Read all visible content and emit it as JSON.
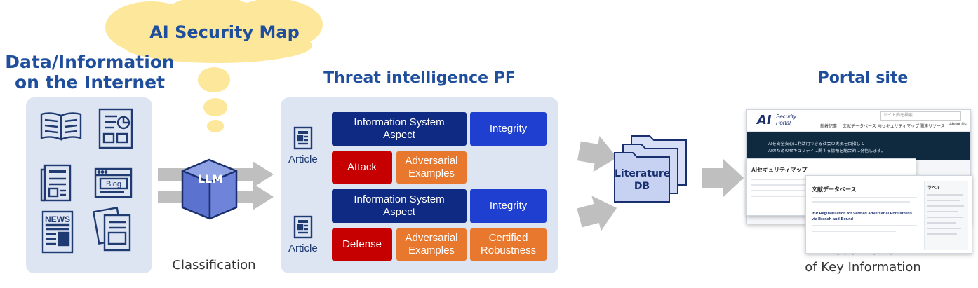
{
  "thought_bubble": {
    "text": "AI Security Map"
  },
  "left": {
    "title_line1": "Data/Information",
    "title_line2": "on the Internet",
    "blog_label": "Blog",
    "news_label": "NEWS"
  },
  "llm": {
    "label": "LLM",
    "caption": "Classification"
  },
  "center": {
    "title": "Threat intelligence PF",
    "article_label": "Article",
    "group1": {
      "aspect": "Information System Aspect",
      "property": "Integrity",
      "type": "Attack",
      "method": "Adversarial Examples"
    },
    "group2": {
      "aspect": "Information System Aspect",
      "property": "Integrity",
      "type": "Defense",
      "method": "Adversarial Examples",
      "extra": "Certified Robustness"
    }
  },
  "db": {
    "label_line1": "Literature",
    "label_line2": "DB"
  },
  "right": {
    "title": "Portal site",
    "caption_line1": "Visualization",
    "caption_line2": "of Key Information",
    "screen": {
      "logo_ai": "AI",
      "logo_line1": "Security",
      "logo_line2": "Portal",
      "nav": [
        "新着記事",
        "文献データベース",
        "AIセキュリティマップ",
        "関連リソース",
        "About Us"
      ],
      "search_placeholder": "サイト内を検索",
      "hero_line1": "AIを安全安心に利活用できる社会の実現を目指して",
      "hero_line2": "AIのためのセキュリティに関する情報を総合的に発信します。",
      "map_title": "AIセキュリティマップ",
      "db_title": "文献データベース",
      "paper_title": "IBP Regularization for Verified Adversarial Robustness via Branch-and-Bound",
      "side_title": "ラベル"
    }
  },
  "colors": {
    "title_blue": "#1f4e9c",
    "navy": "#0e2a82",
    "blue": "#1f3fd0",
    "red": "#c60000",
    "orange": "#e9782f",
    "panel": "#dde5f3",
    "bubble": "#fde79a",
    "arrow": "#bfbfbf"
  }
}
